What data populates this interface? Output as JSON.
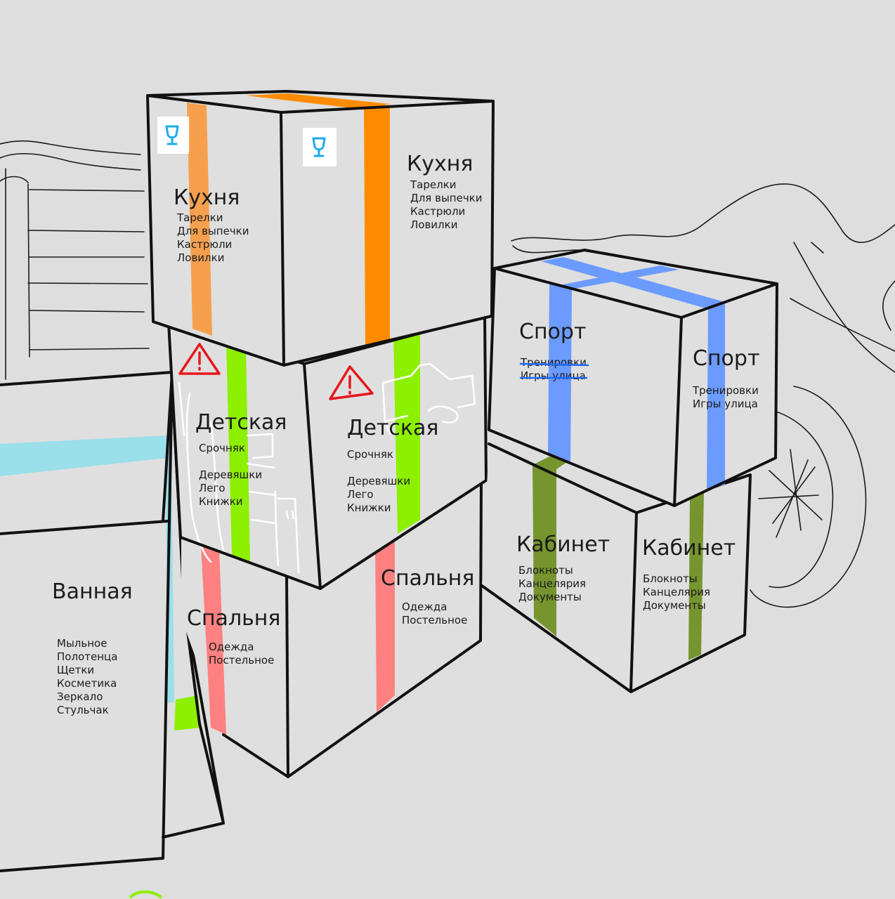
{
  "colors": {
    "background": "#dedede",
    "box_face": "#dfdfdf",
    "edge": "#111111",
    "tape_kitchen_light": "#f6a04e",
    "tape_kitchen": "#ff8c00",
    "tape_kids": "#8cf000",
    "tape_bedroom": "#ff8080",
    "tape_sport": "#6b9bff",
    "tape_office": "#76952e",
    "tape_bath": "#9adfea",
    "icon_glass": "#1eaaf0",
    "warning": "#e8161a"
  },
  "boxes": {
    "kitchen_left": {
      "title": "Кухня",
      "items": [
        "Тарелки",
        "Для выпечки",
        "Кастрюли",
        "Ловилки"
      ],
      "icon": "wineglass-icon"
    },
    "kitchen_right": {
      "title": "Кухня",
      "items": [
        "Тарелки",
        "Для выпечки",
        "Кастрюли",
        "Ловилки"
      ],
      "icon": "wineglass-icon"
    },
    "kids_left": {
      "title": "Детская",
      "items": [
        "Срочняк",
        "",
        "Деревяшки",
        "Лего",
        "Книжки"
      ],
      "icon": "warning-triangle-icon"
    },
    "kids_right": {
      "title": "Детская",
      "items": [
        "Срочняк",
        "",
        "Деревяшки",
        "Лего",
        "Книжки"
      ],
      "icon": "warning-triangle-icon"
    },
    "bedroom_left": {
      "title": "Спальня",
      "items": [
        "Одежда",
        "Постельное"
      ]
    },
    "bedroom_right": {
      "title": "Спальня",
      "items": [
        "Одежда",
        "Постельное"
      ]
    },
    "sport_left": {
      "title": "Спорт",
      "items": [
        "Тренировки",
        "Игры улица"
      ]
    },
    "sport_right": {
      "title": "Спорт",
      "items": [
        "Тренировки",
        "Игры улица"
      ]
    },
    "office_left": {
      "title": "Кабинет",
      "items": [
        "Блокноты",
        "Канцелярия",
        "Документы"
      ]
    },
    "office_right": {
      "title": "Кабинет",
      "items": [
        "Блокноты",
        "Канцелярия",
        "Документы"
      ]
    },
    "bath": {
      "title": "Ванная",
      "items": [
        "Мыльное",
        "Полотенца",
        "Щетки",
        "Косметика",
        "Зеркало",
        "Стульчак"
      ]
    }
  }
}
